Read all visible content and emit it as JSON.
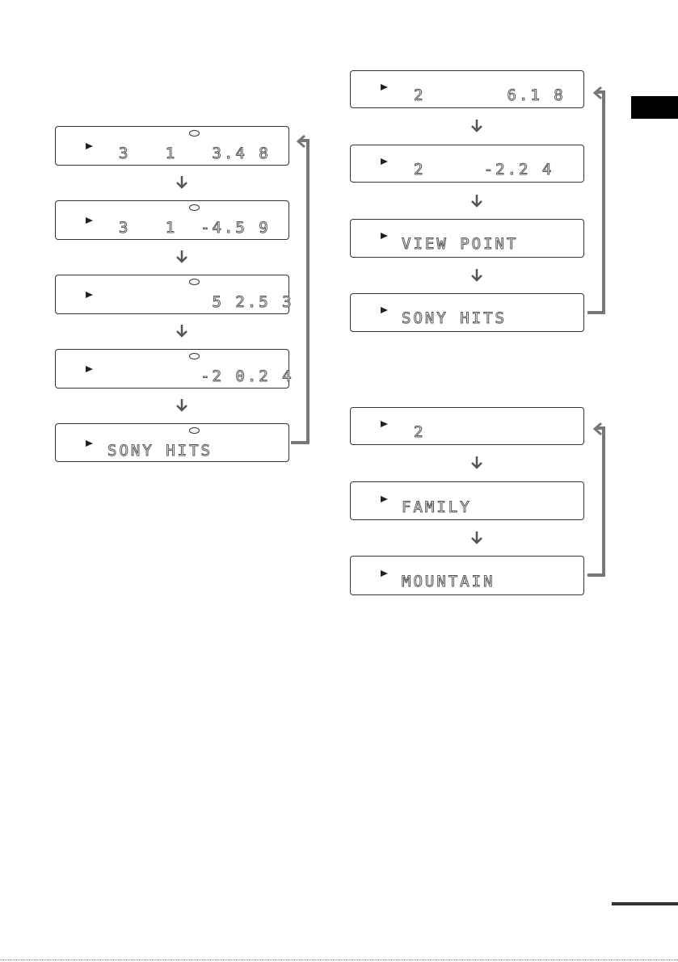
{
  "displays_left": [
    "3   1   3.4 8",
    "3   1  -4.5 9",
    "        5 2.5 3",
    "       -2 0.2 4",
    "SONY HITS"
  ],
  "displays_right_top": [
    "2       6.1 8",
    "2     -2.2 4",
    "VIEW POINT",
    "SONY HITS"
  ],
  "displays_right_bottom": [
    "2",
    "FAMILY",
    "MOUNTAIN"
  ]
}
